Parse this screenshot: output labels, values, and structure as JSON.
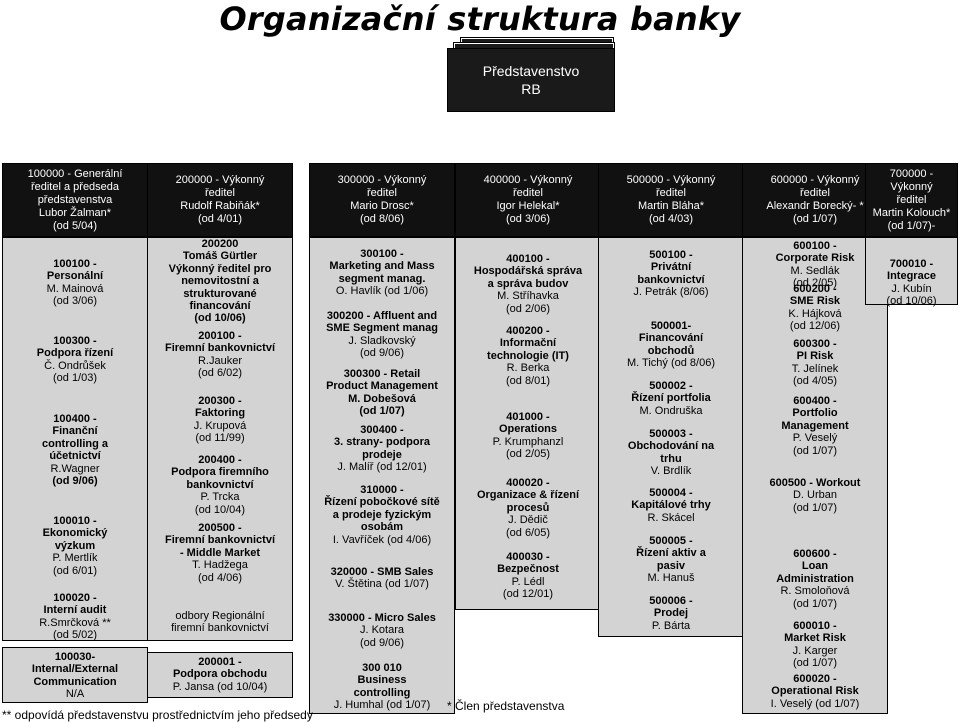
{
  "title": "Organizační struktura banky",
  "board": {
    "line1": "Představenstvo",
    "line2": "RB"
  },
  "heads": [
    [
      "100000 - Generální",
      "ředitel a předseda",
      "představenstva",
      "Lubor Žalman*",
      "(od 5/04)"
    ],
    [
      "200000 - Výkonný",
      "ředitel",
      "Rudolf Rabiňák*",
      "(od 4/01)"
    ],
    [
      "300000 - Výkonný",
      "ředitel",
      "Mario Drosc*",
      "(od 8/06)"
    ],
    [
      "400000 - Výkonný",
      "ředitel",
      "Igor Helekal*",
      "(od 3/06)"
    ],
    [
      "500000 - Výkonný",
      "ředitel",
      "Martin Bláha*",
      "(od 4/03)"
    ],
    [
      "600000 - Výkonný",
      "ředitel",
      "Alexandr Borecký- *",
      "(od 1/07)"
    ],
    [
      "700000 - Výkonný",
      "ředitel",
      "Martin Kolouch*",
      "(od 1/07)-"
    ]
  ],
  "col1": [
    {
      "bold": [
        "100100 -",
        "Personální"
      ],
      "plain": [
        "M. Mainová",
        "(od 3/06)"
      ]
    },
    {
      "bold": [
        "100300 -",
        "Podpora řízení"
      ],
      "plain": [
        "Č. Ondrůšek",
        "(od 1/03)"
      ]
    },
    {
      "bold": [
        "100400 -",
        "Finanční",
        "controlling a",
        "účetnictví"
      ],
      "plain": [
        "R.Wagner"
      ],
      "tail": [
        "(od 9/06)"
      ]
    },
    {
      "bold": [
        "100010 -",
        "Ekonomický",
        "výzkum"
      ],
      "plain": [
        "P. Mertlík",
        "(od 6/01)"
      ]
    },
    {
      "bold": [
        "100020 -",
        "Interní audit"
      ],
      "plain": [
        "R.Smrčková **",
        "(od 5/02)"
      ]
    }
  ],
  "col1b": {
    "bold": [
      "100030-",
      "Internal/External",
      "Communication"
    ],
    "plain": [
      "N/A"
    ]
  },
  "col2": [
    {
      "bold": [
        "200200",
        "Tomáš Gürtler",
        "Výkonný ředitel pro",
        "nemovitostní a",
        "strukturované",
        "financování",
        "(od 10/06)"
      ],
      "plain": []
    },
    {
      "bold": [
        "200100 -",
        "Firemní bankovnictví"
      ],
      "plain": [
        "R.Jauker",
        "(od 6/02)"
      ]
    },
    {
      "bold": [
        "200300 -",
        "Faktoring"
      ],
      "plain": [
        "J. Krupová",
        "(od 11/99)"
      ]
    },
    {
      "bold": [
        "200400 -",
        "Podpora firemního",
        "bankovnictví"
      ],
      "plain": [
        "P. Trcka",
        "(od 10/04)"
      ]
    },
    {
      "bold": [
        "200500 -",
        "Firemní bankovnictví",
        "- Middle Market"
      ],
      "plain": [
        "T. Hadžega",
        "(od 4/06)"
      ]
    },
    {
      "bold": [],
      "plain": [
        "odbory Regionální",
        "firemní bankovnictví"
      ]
    }
  ],
  "col2b": {
    "bold": [
      "200001 -",
      "Podpora obchodu"
    ],
    "plain": [
      "P. Jansa (od 10/04)"
    ]
  },
  "col3": [
    {
      "bold": [
        "300100 -",
        "Marketing and Mass",
        "segment manag."
      ],
      "plain": [
        "O. Havlík (od 1/06)"
      ]
    },
    {
      "bold": [
        "300200 - Affluent and",
        "SME Segment manag"
      ],
      "plain": [
        "J. Sladkovský",
        "(od 9/06)"
      ]
    },
    {
      "bold": [
        "300300 - Retail",
        "Product Management",
        "M. Dobešová",
        "(od 1/07)"
      ],
      "plain": []
    },
    {
      "bold": [
        "300400 -",
        "3. strany- podpora",
        "prodeje"
      ],
      "plain": [
        "J. Malíř (od 12/01)"
      ]
    },
    {
      "bold": [
        "310000 -",
        "Řízení pobočkové sítě",
        "a prodeje fyzickým",
        "osobám"
      ],
      "plain": [
        "I. Vavříček (od 4/06)"
      ]
    },
    {
      "bold": [
        "320000 - SMB Sales"
      ],
      "plain": [
        "V. Štětina (od 1/07)"
      ]
    },
    {
      "bold": [
        "330000 - Micro Sales"
      ],
      "plain": [
        "J. Kotara",
        "(od 9/06)"
      ]
    },
    {
      "bold": [
        "300 010",
        "Business",
        "controlling"
      ],
      "plain": [
        "J. Humhal (od 1/07)"
      ]
    }
  ],
  "col4": [
    {
      "bold": [
        "400100 -",
        "Hospodářská správa",
        "a správa budov"
      ],
      "plain": [
        "M. Stříhavka",
        "(od 2/06)"
      ]
    },
    {
      "bold": [
        "400200 -",
        "Informační",
        "technologie (IT)"
      ],
      "plain": [
        "R. Berka",
        "(od 8/01)"
      ]
    },
    {
      "bold": [
        "401000 -",
        "Operations"
      ],
      "plain": [
        "P. Krumphanzl",
        "(od 2/05)"
      ]
    },
    {
      "bold": [
        "400020 -",
        "Organizace & řízení",
        "procesů"
      ],
      "plain": [
        "J. Dědič",
        "(od 6/05)"
      ]
    },
    {
      "bold": [
        "400030 -",
        "Bezpečnost"
      ],
      "plain": [
        "P. Lédl",
        "(od 12/01)"
      ]
    }
  ],
  "col5": [
    {
      "bold": [
        "500100 -",
        "Privátní",
        "bankovnictví"
      ],
      "plain": [
        "J. Petrák (8/06)"
      ]
    },
    {
      "bold": [
        "500001-",
        "Financování",
        "obchodů"
      ],
      "plain": [
        "M. Tichý (od 8/06)"
      ]
    },
    {
      "bold": [
        "500002 -",
        "Řízení portfolia"
      ],
      "plain": [
        "M. Ondruška"
      ]
    },
    {
      "bold": [
        "500003 -",
        "Obchodování na",
        "trhu"
      ],
      "plain": [
        "V. Brdlík"
      ]
    },
    {
      "bold": [
        "500004 -",
        "Kapitálové trhy"
      ],
      "plain": [
        "R. Skácel"
      ]
    },
    {
      "bold": [
        "500005 -",
        "Řízení aktiv a",
        "pasiv"
      ],
      "plain": [
        "M. Hanuš"
      ]
    },
    {
      "bold": [
        "500006 -",
        "Prodej"
      ],
      "plain": [
        "P. Bárta"
      ]
    }
  ],
  "col6": [
    {
      "bold": [
        "600100 -",
        "Corporate Risk"
      ],
      "plain": [
        "M. Sedlák",
        "(od 2/05)"
      ]
    },
    {
      "bold": [
        "600200 -",
        "SME Risk"
      ],
      "plain": [
        "K. Hájková",
        "(od 12/06)"
      ]
    },
    {
      "bold": [
        "600300 -",
        "PI Risk"
      ],
      "plain": [
        "T. Jelínek",
        "(od 4/05)"
      ]
    },
    {
      "bold": [
        "600400 -",
        "Portfolio",
        "Management"
      ],
      "plain": [
        "P. Veselý",
        "(od 1/07)"
      ]
    },
    {
      "bold": [
        "600500 - Workout"
      ],
      "plain": [
        "D. Urban",
        "(od 1/07)"
      ]
    },
    {
      "bold": [
        "600600 -",
        "Loan",
        "Administration"
      ],
      "plain": [
        "R. Smoloňová",
        "(od 1/07)"
      ]
    },
    {
      "bold": [
        "600010 -",
        "Market Risk"
      ],
      "plain": [
        "J. Karger",
        "(od 1/07)"
      ]
    },
    {
      "bold": [
        "600020 -",
        "Operational Risk"
      ],
      "plain": [
        "I. Veselý (od 1/07)"
      ]
    }
  ],
  "col7": [
    {
      "bold": [
        "700010 -",
        "Integrace"
      ],
      "plain": [
        "J. Kubín",
        "(od 10/06)"
      ]
    }
  ],
  "footnote_star": "* Člen představenstva",
  "footnote_double": "** odpovídá představenstvu prostřednictvím jeho předsedy"
}
